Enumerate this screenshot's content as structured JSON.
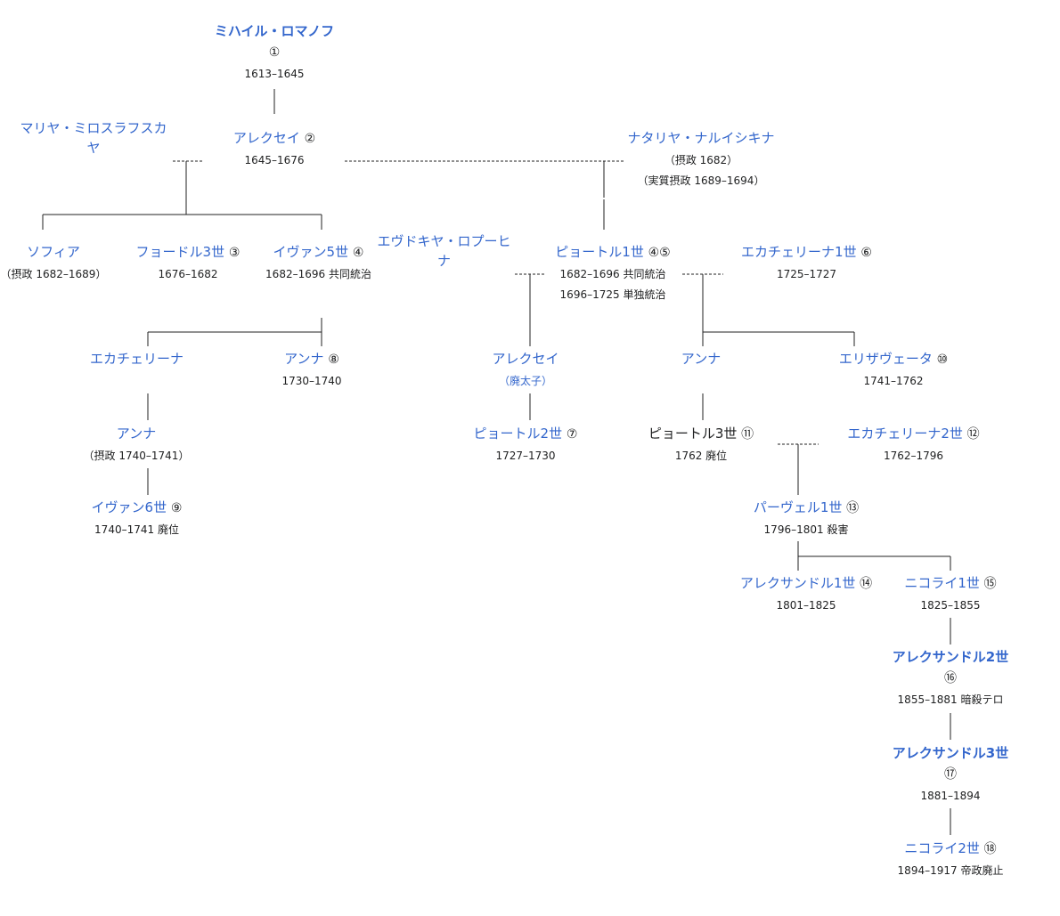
{
  "nodes": {
    "mikhail": {
      "name": "ミハイル・ロマノフ",
      "num": "①",
      "details": [
        "1613–1645"
      ]
    },
    "mariya": {
      "name": "マリヤ・ミロスラフスカ",
      "name2": "ヤ"
    },
    "aleksei": {
      "name": "アレクセイ",
      "num": "②",
      "details": [
        "1645–1676"
      ]
    },
    "natalya": {
      "name": "ナタリヤ・ナルイシキナ",
      "details": [
        "（摂政 1682）",
        "（実質摂政 1689–1694）"
      ]
    },
    "sofia": {
      "name": "ソフィア",
      "details": [
        "（摂政 1682–1689）"
      ]
    },
    "fyodor3": {
      "name": "フョードル3世",
      "num": "③",
      "details": [
        "1676–1682"
      ]
    },
    "ivan5": {
      "name": "イヴァン5世",
      "num": "④",
      "details": [
        "1682–1696 共同統治"
      ]
    },
    "evdokiya": {
      "name": "エヴドキヤ・ロプーヒ",
      "name2": "ナ"
    },
    "peter1": {
      "name": "ピョートル1世",
      "num": "④⑤",
      "details": [
        "1682–1696 共同統治",
        "1696–1725 単独統治"
      ]
    },
    "ekaterina1": {
      "name": "エカチェリーナ1世",
      "num": "⑥",
      "details": [
        "1725–1727"
      ]
    },
    "ekaterina_i": {
      "name": "エカチェリーナ"
    },
    "anna8": {
      "name": "アンナ",
      "num": "⑧",
      "details": [
        "1730–1740"
      ]
    },
    "aleksei_tsar": {
      "name": "アレクセイ",
      "details": [
        "（廃太子）"
      ]
    },
    "anna_p": {
      "name": "アンナ"
    },
    "elizaveta": {
      "name": "エリザヴェータ",
      "num": "⑩",
      "details": [
        "1741–1762"
      ]
    },
    "anna_l": {
      "name": "アンナ",
      "details": [
        "（摂政 1740–1741）"
      ]
    },
    "peter2": {
      "name": "ピョートル2世",
      "num": "⑦",
      "details": [
        "1727–1730"
      ]
    },
    "peter3": {
      "name": "ピョートル3世",
      "num": "⑪",
      "details": [
        "1762 廃位"
      ]
    },
    "ekaterina2": {
      "name": "エカチェリーナ2世",
      "num": "⑫",
      "details": [
        "1762–1796"
      ]
    },
    "ivan6": {
      "name": "イヴァン6世",
      "num": "⑨",
      "details": [
        "1740–1741 廃位"
      ]
    },
    "pavel1": {
      "name": "パーヴェル1世",
      "num": "⑬",
      "details": [
        "1796–1801 殺害"
      ]
    },
    "aleksandr1": {
      "name": "アレクサンドル1世",
      "num": "⑭",
      "details": [
        "1801–1825"
      ]
    },
    "nikolai1": {
      "name": "ニコライ1世",
      "num": "⑮",
      "details": [
        "1825–1855"
      ]
    },
    "aleksandr2": {
      "name": "アレクサンドル2世",
      "num": "⑯",
      "details": [
        "1855–1881 暗殺テロ"
      ]
    },
    "aleksandr3": {
      "name": "アレクサンドル3世",
      "num": "⑰",
      "details": [
        "1881–1894"
      ]
    },
    "nikolai2": {
      "name": "ニコライ2世",
      "num": "⑱",
      "details": [
        "1894–1917 帝政廃止"
      ]
    }
  },
  "colors": {
    "link": "#3366cc",
    "text": "#202122",
    "line": "#202122"
  }
}
